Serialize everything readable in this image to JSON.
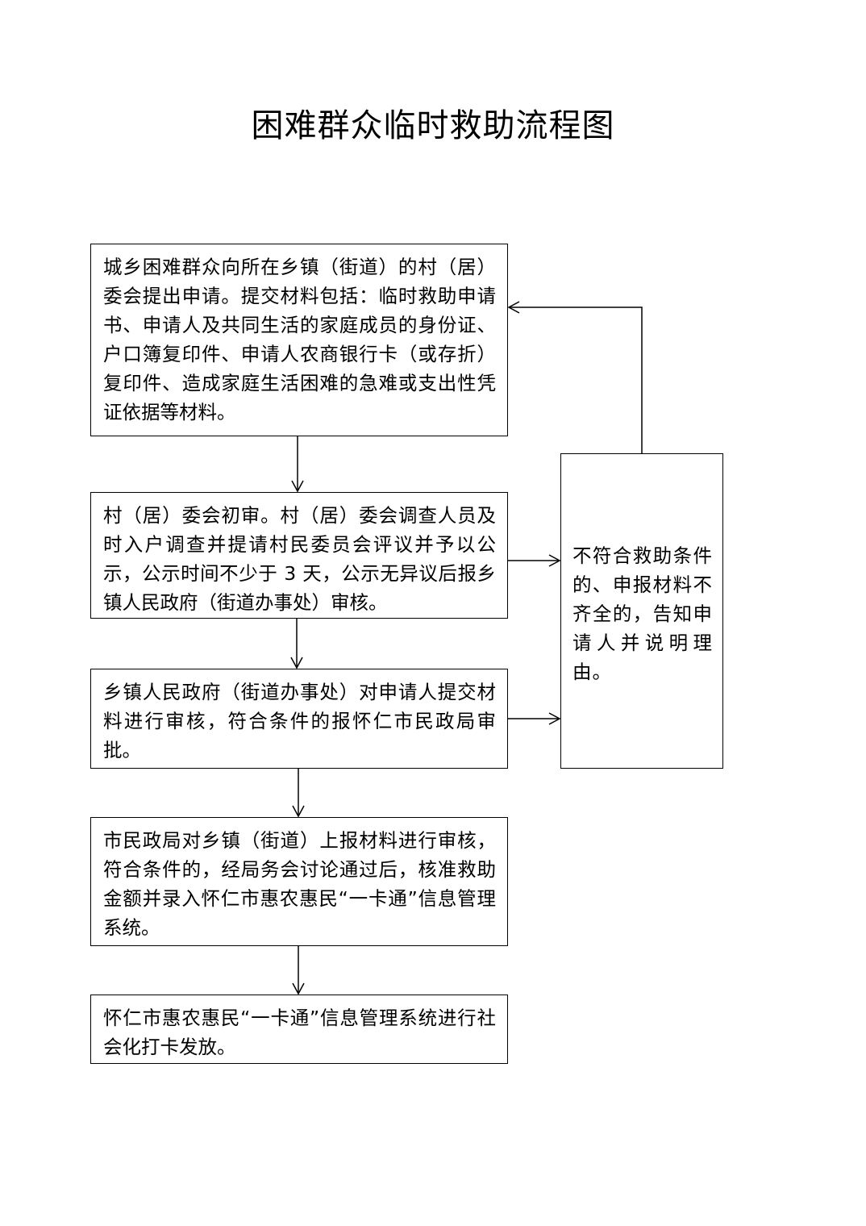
{
  "title": "困难群众临时救助流程图",
  "steps": [
    {
      "text": "城乡困难群众向所在乡镇（街道）的村（居）委会提出申请。提交材料包括：临时救助申请书、申请人及共同生活的家庭成员的身份证、户口簿复印件、申请人农商银行卡（或存折）复印件、造成家庭生活困难的急难或支出性凭证依据等材料。"
    },
    {
      "text": "村（居）委会初审。村（居）委会调查人员及时入户调查并提请村民委员会评议并予以公示，公示时间不少于 3 天，公示无异议后报乡镇人民政府（街道办事处）审核。"
    },
    {
      "text": "乡镇人民政府（街道办事处）对申请人提交材料进行审核，符合条件的报怀仁市民政局审批。"
    },
    {
      "text": "市民政局对乡镇（街道）上报材料进行审核，符合条件的，经局务会讨论通过后，核准救助金额并录入怀仁市惠农惠民“一卡通”信息管理系统。"
    },
    {
      "text": "怀仁市惠农惠民“一卡通”信息管理系统进行社会化打卡发放。"
    }
  ],
  "rejection": {
    "text": "不符合救助条件的、申报材料不齐全的，告知申请人并说明理由。"
  },
  "colors": {
    "line": "#000000",
    "background": "#ffffff"
  }
}
